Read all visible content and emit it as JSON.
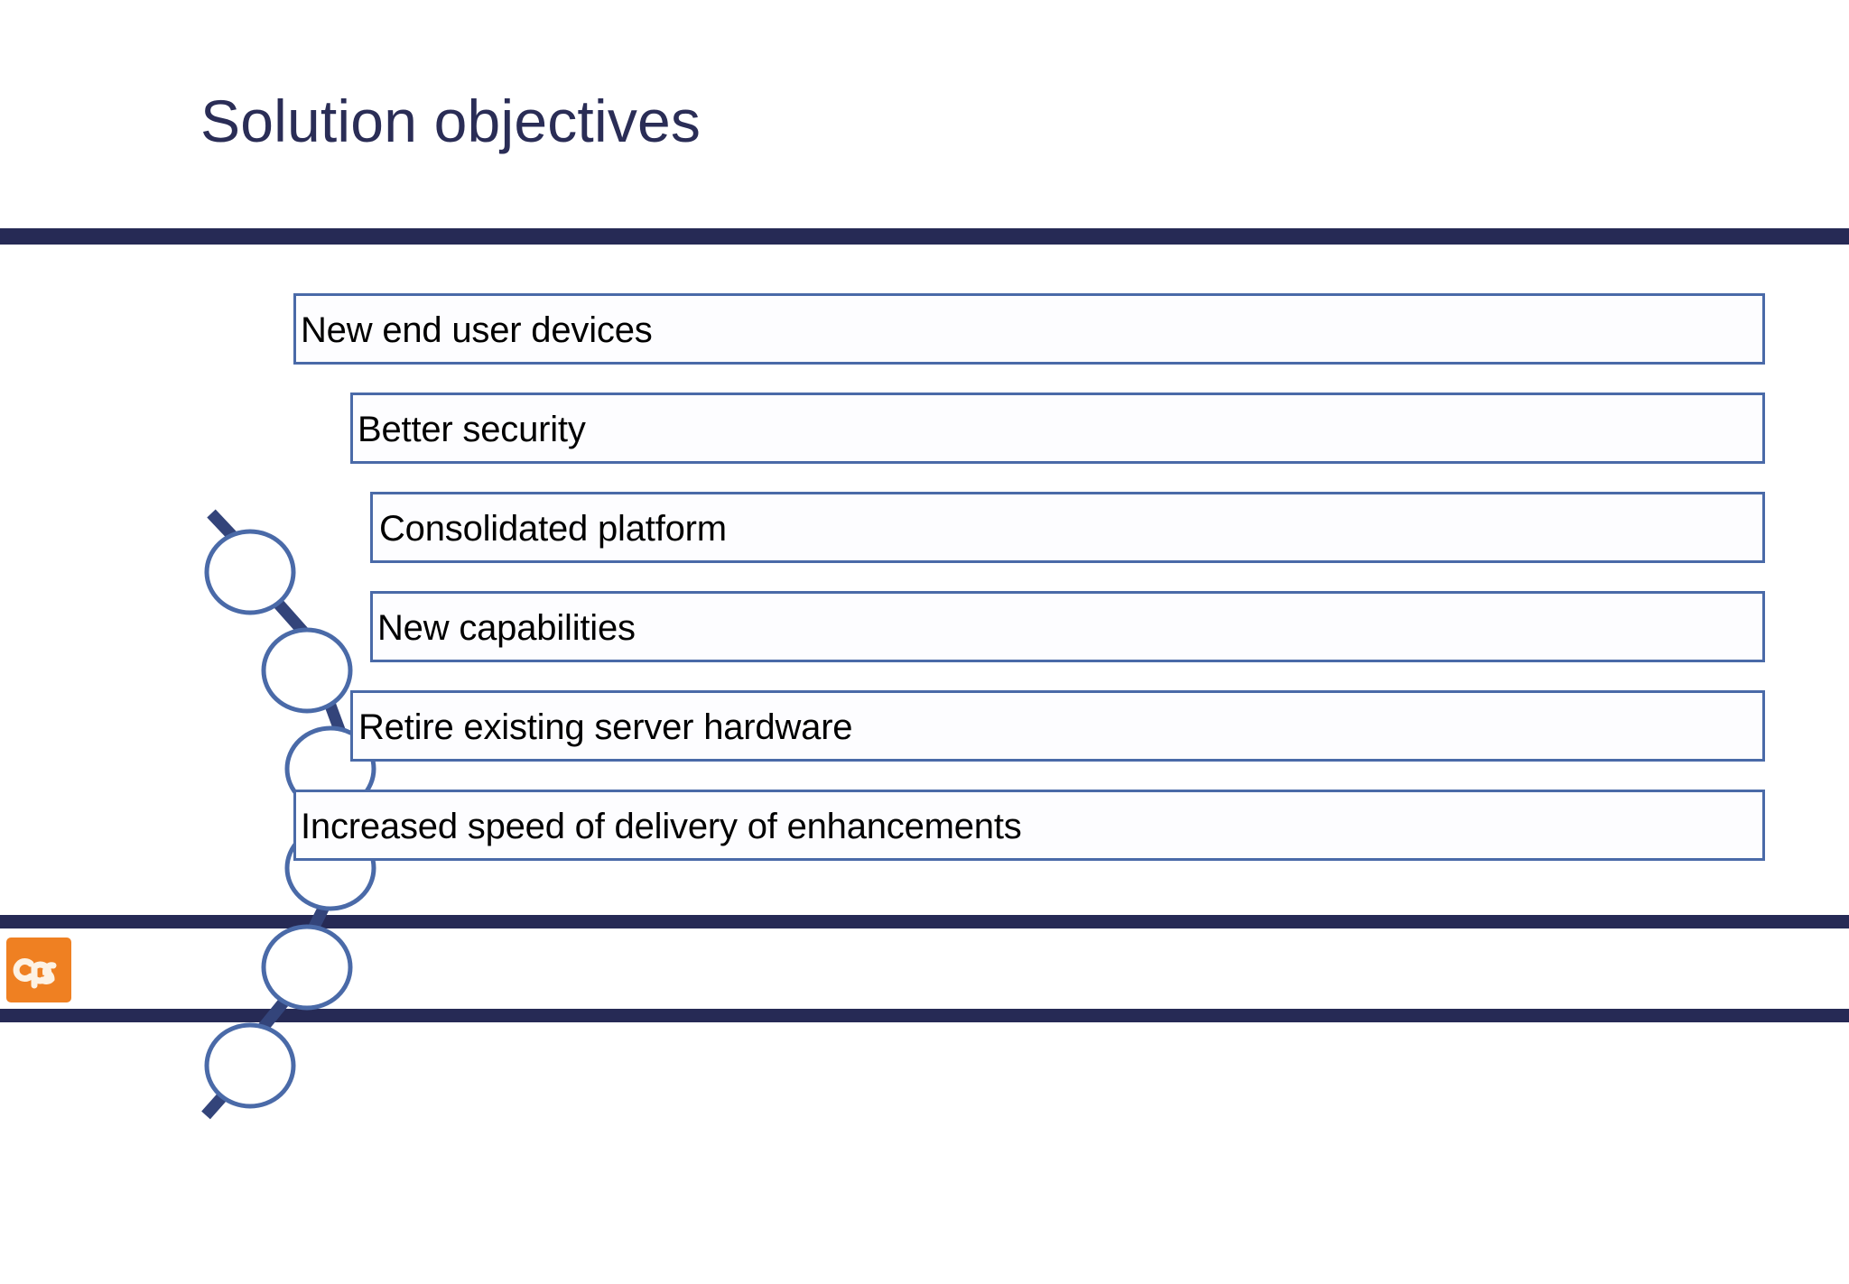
{
  "slide": {
    "title": "Solution objectives",
    "background_color": "#ffffff",
    "accent_navy": "#262a55",
    "accent_blue": "#4a6aa8",
    "logo_orange": "#ef8022"
  },
  "items": [
    {
      "label": "New end user devices"
    },
    {
      "label": "Better security"
    },
    {
      "label": "Consolidated platform"
    },
    {
      "label": "New capabilities"
    },
    {
      "label": "Retire existing server hardware"
    },
    {
      "label": "Increased speed of delivery of enhancements"
    }
  ],
  "logo": {
    "name": "cps-logo",
    "text": "cps"
  }
}
